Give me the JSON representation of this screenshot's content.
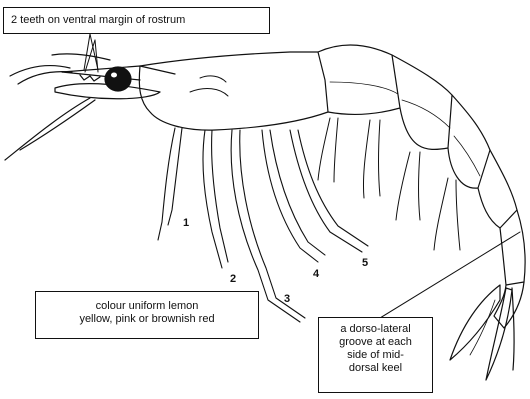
{
  "labels": {
    "rostrum": "2 teeth on ventral margin of rostrum",
    "colour": [
      "colour uniform lemon",
      "yellow, pink or brownish red"
    ],
    "groove": [
      "a dorso-lateral",
      "groove at each",
      "side of mid-",
      "dorsal keel"
    ]
  },
  "legs": [
    "1",
    "2",
    "3",
    "4",
    "5"
  ],
  "colors": {
    "ink": "#111111",
    "background": "#ffffff"
  }
}
